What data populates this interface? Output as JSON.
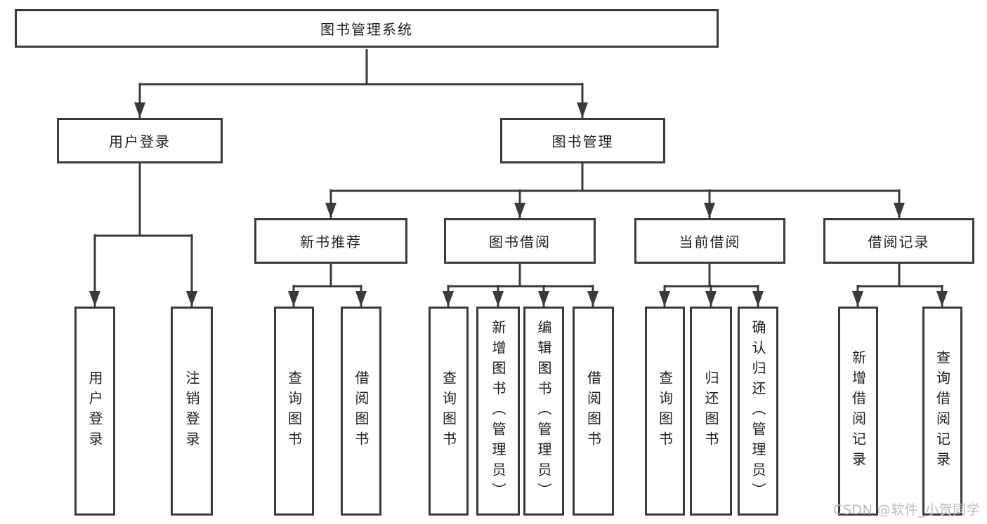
{
  "diagram": {
    "root": {
      "label": "图书管理系统",
      "children": [
        {
          "label": "用户登录",
          "children": [
            {
              "label": "用户登录"
            },
            {
              "label": "注销登录"
            }
          ]
        },
        {
          "label": "图书管理",
          "children": [
            {
              "label": "新书推荐",
              "children": [
                {
                  "label": "查询图书"
                },
                {
                  "label": "借阅图书"
                }
              ]
            },
            {
              "label": "图书借阅",
              "children": [
                {
                  "label": "查询图书"
                },
                {
                  "label": "新增图书（管理员）"
                },
                {
                  "label": "编辑图书（管理员）"
                },
                {
                  "label": "借阅图书"
                }
              ]
            },
            {
              "label": "当前借阅",
              "children": [
                {
                  "label": "查询图书"
                },
                {
                  "label": "归还图书"
                },
                {
                  "label": "确认归还（管理员）"
                }
              ]
            },
            {
              "label": "借阅记录",
              "children": [
                {
                  "label": "新增借阅记录"
                },
                {
                  "label": "查询借阅记录"
                }
              ]
            }
          ]
        }
      ]
    }
  },
  "watermark": {
    "text": "CSDN @软件_小贺同学"
  },
  "colors": {
    "line": "#3a3a3a",
    "box_border": "#3a3a3a",
    "text": "#1f1f1f",
    "watermark": "#b8bcc1",
    "background": "#ffffff"
  }
}
